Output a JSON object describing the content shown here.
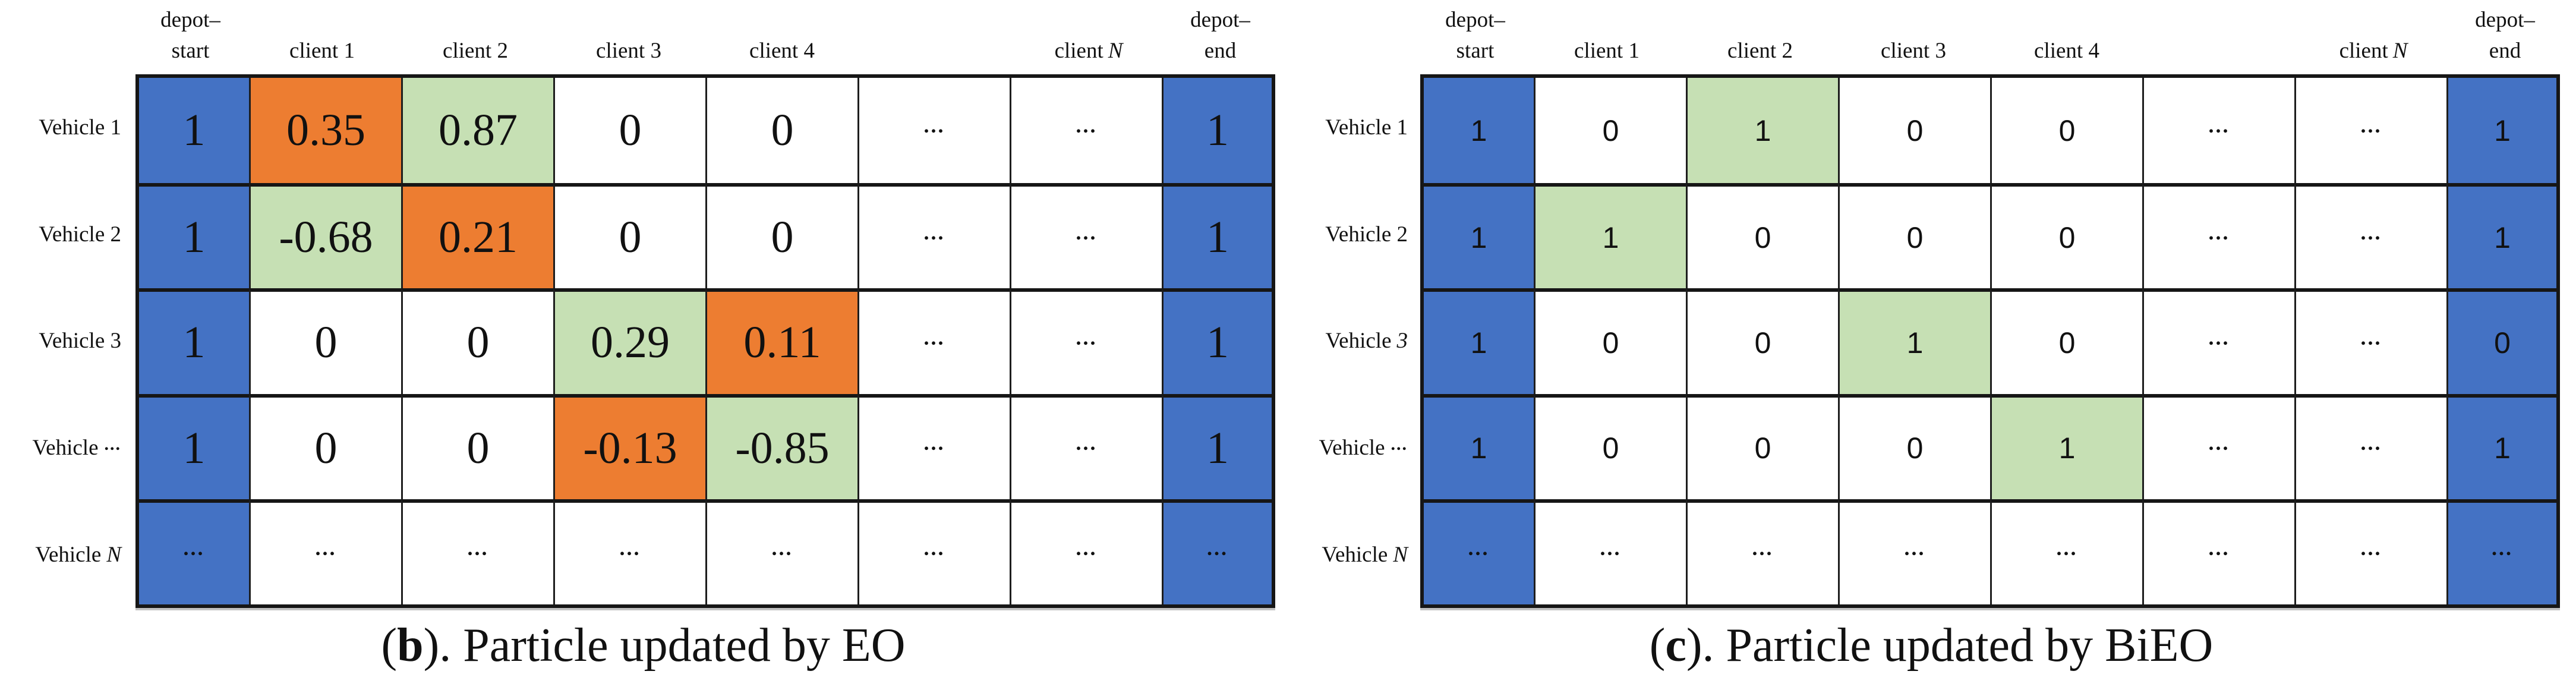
{
  "colors": {
    "blue": "#4472C4",
    "green": "#C6E0B4",
    "orange": "#ED7D31",
    "white": "#FFFFFF"
  },
  "panels": [
    {
      "name": "particle-updated-by-EO",
      "caption": {
        "prefix": "(",
        "letter": "b",
        "suffix": "). Particle updated by EO"
      },
      "headers": [
        {
          "top": "depot–",
          "bottom": "start"
        },
        {
          "bottom": "client 1"
        },
        {
          "bottom": "client 2"
        },
        {
          "bottom": "client 3"
        },
        {
          "bottom": "client 4"
        },
        {
          "bottom": ""
        },
        {
          "bottom": "client",
          "italic": "N"
        },
        {
          "top": "depot–",
          "bottom": "end"
        }
      ],
      "rows": [
        {
          "label": "Vehicle 1",
          "cells": [
            {
              "v": "1",
              "bg": "blue"
            },
            {
              "v": "0.35",
              "bg": "orange"
            },
            {
              "v": "0.87",
              "bg": "green"
            },
            {
              "v": "0",
              "bg": "white"
            },
            {
              "v": "0",
              "bg": "white"
            },
            {
              "v": "...",
              "bg": "white",
              "dots": true
            },
            {
              "v": "...",
              "bg": "white",
              "dots": true
            },
            {
              "v": "1",
              "bg": "blue"
            }
          ]
        },
        {
          "label": "Vehicle 2",
          "cells": [
            {
              "v": "1",
              "bg": "blue"
            },
            {
              "v": "-0.68",
              "bg": "green"
            },
            {
              "v": "0.21",
              "bg": "orange"
            },
            {
              "v": "0",
              "bg": "white"
            },
            {
              "v": "0",
              "bg": "white"
            },
            {
              "v": "...",
              "bg": "white",
              "dots": true
            },
            {
              "v": "...",
              "bg": "white",
              "dots": true
            },
            {
              "v": "1",
              "bg": "blue"
            }
          ]
        },
        {
          "label": "Vehicle 3",
          "cells": [
            {
              "v": "1",
              "bg": "blue"
            },
            {
              "v": "0",
              "bg": "white"
            },
            {
              "v": "0",
              "bg": "white"
            },
            {
              "v": "0.29",
              "bg": "green"
            },
            {
              "v": "0.11",
              "bg": "orange"
            },
            {
              "v": "...",
              "bg": "white",
              "dots": true
            },
            {
              "v": "...",
              "bg": "white",
              "dots": true
            },
            {
              "v": "1",
              "bg": "blue"
            }
          ]
        },
        {
          "label": "Vehicle",
          "label_dots": "...",
          "cells": [
            {
              "v": "1",
              "bg": "blue"
            },
            {
              "v": "0",
              "bg": "white"
            },
            {
              "v": "0",
              "bg": "white"
            },
            {
              "v": "-0.13",
              "bg": "orange"
            },
            {
              "v": "-0.85",
              "bg": "green"
            },
            {
              "v": "...",
              "bg": "white",
              "dots": true
            },
            {
              "v": "...",
              "bg": "white",
              "dots": true
            },
            {
              "v": "1",
              "bg": "blue"
            }
          ]
        },
        {
          "label": "Vehicle",
          "label_italic": "N",
          "cells": [
            {
              "v": "...",
              "bg": "blue",
              "dots": true
            },
            {
              "v": "...",
              "bg": "white",
              "dots": true
            },
            {
              "v": "...",
              "bg": "white",
              "dots": true
            },
            {
              "v": "...",
              "bg": "white",
              "dots": true
            },
            {
              "v": "...",
              "bg": "white",
              "dots": true
            },
            {
              "v": "...",
              "bg": "white",
              "dots": true
            },
            {
              "v": "...",
              "bg": "white",
              "dots": true
            },
            {
              "v": "...",
              "bg": "blue",
              "dots": true
            }
          ]
        }
      ]
    },
    {
      "name": "particle-updated-by-BiEO",
      "caption": {
        "prefix": "(",
        "letter": "c",
        "suffix": "). Particle updated by BiEO"
      },
      "headers": [
        {
          "top": "depot–",
          "bottom": "start"
        },
        {
          "bottom": "client 1"
        },
        {
          "bottom": "client 2"
        },
        {
          "bottom": "client 3"
        },
        {
          "bottom": "client 4"
        },
        {
          "bottom": ""
        },
        {
          "bottom": "client",
          "italic": "N"
        },
        {
          "top": "depot–",
          "bottom": "end"
        }
      ],
      "rows": [
        {
          "label": "Vehicle 1",
          "cells": [
            {
              "v": "1",
              "bg": "blue"
            },
            {
              "v": "0",
              "bg": "white"
            },
            {
              "v": "1",
              "bg": "green"
            },
            {
              "v": "0",
              "bg": "white"
            },
            {
              "v": "0",
              "bg": "white"
            },
            {
              "v": "...",
              "bg": "white",
              "dots": true
            },
            {
              "v": "...",
              "bg": "white",
              "dots": true
            },
            {
              "v": "1",
              "bg": "blue"
            }
          ]
        },
        {
          "label": "Vehicle 2",
          "cells": [
            {
              "v": "1",
              "bg": "blue"
            },
            {
              "v": "1",
              "bg": "green"
            },
            {
              "v": "0",
              "bg": "white"
            },
            {
              "v": "0",
              "bg": "white"
            },
            {
              "v": "0",
              "bg": "white"
            },
            {
              "v": "...",
              "bg": "white",
              "dots": true
            },
            {
              "v": "...",
              "bg": "white",
              "dots": true
            },
            {
              "v": "1",
              "bg": "blue"
            }
          ]
        },
        {
          "label": "Vehicle",
          "label_italic": "3",
          "cells": [
            {
              "v": "1",
              "bg": "blue"
            },
            {
              "v": "0",
              "bg": "white"
            },
            {
              "v": "0",
              "bg": "white"
            },
            {
              "v": "1",
              "bg": "green"
            },
            {
              "v": "0",
              "bg": "white"
            },
            {
              "v": "...",
              "bg": "white",
              "dots": true
            },
            {
              "v": "...",
              "bg": "white",
              "dots": true
            },
            {
              "v": "0",
              "bg": "blue"
            }
          ]
        },
        {
          "label": "Vehicle",
          "label_dots": "...",
          "cells": [
            {
              "v": "1",
              "bg": "blue"
            },
            {
              "v": "0",
              "bg": "white"
            },
            {
              "v": "0",
              "bg": "white"
            },
            {
              "v": "0",
              "bg": "white"
            },
            {
              "v": "1",
              "bg": "green"
            },
            {
              "v": "...",
              "bg": "white",
              "dots": true
            },
            {
              "v": "...",
              "bg": "white",
              "dots": true
            },
            {
              "v": "1",
              "bg": "blue"
            }
          ]
        },
        {
          "label": "Vehicle",
          "label_italic": "N",
          "cells": [
            {
              "v": "...",
              "bg": "blue",
              "dots": true
            },
            {
              "v": "...",
              "bg": "white",
              "dots": true
            },
            {
              "v": "...",
              "bg": "white",
              "dots": true
            },
            {
              "v": "...",
              "bg": "white",
              "dots": true
            },
            {
              "v": "...",
              "bg": "white",
              "dots": true
            },
            {
              "v": "...",
              "bg": "white",
              "dots": true
            },
            {
              "v": "...",
              "bg": "white",
              "dots": true
            },
            {
              "v": "...",
              "bg": "blue",
              "dots": true
            }
          ]
        }
      ]
    }
  ]
}
